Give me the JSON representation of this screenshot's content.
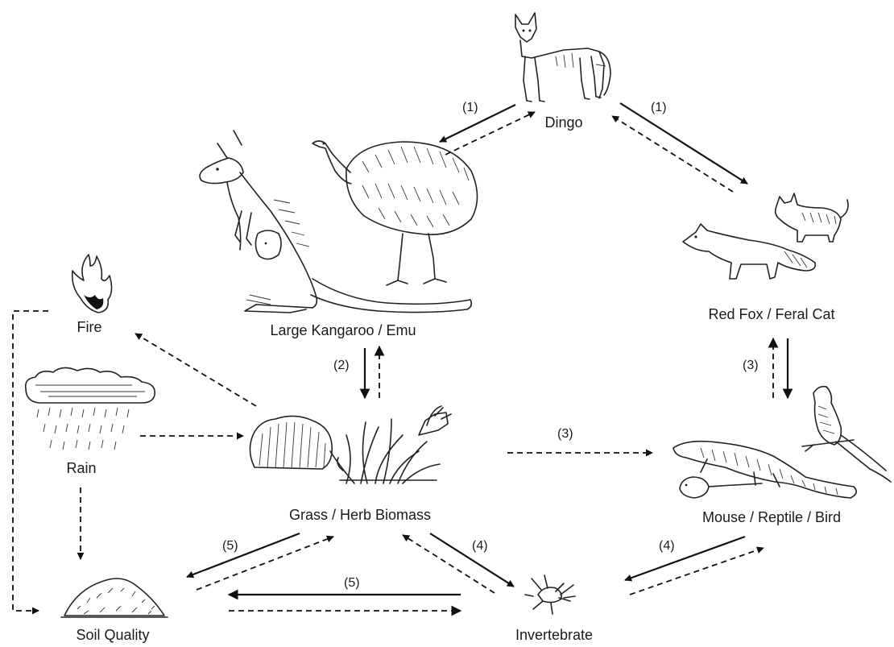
{
  "nodes": {
    "dingo": "Dingo",
    "kangaroo_emu": "Large Kangaroo / Emu",
    "fox_cat": "Red Fox / Feral Cat",
    "fire": "Fire",
    "rain": "Rain",
    "grass": "Grass / Herb Biomass",
    "mouse_reptile_bird": "Mouse / Reptile / Bird",
    "soil": "Soil Quality",
    "invertebrate": "Invertebrate"
  },
  "edge_labels": {
    "dingo_kangaroo": "(1)",
    "dingo_fox": "(1)",
    "kangaroo_grass": "(2)",
    "fox_mouse": "(3)",
    "grass_mouse": "(3)",
    "mouse_invertebrate": "(4)",
    "grass_invertebrate": "(4)",
    "grass_soil": "(5)",
    "soil_invertebrate": "(5)"
  },
  "icons": {
    "dingo": "dingo-illustration",
    "kangaroo_emu": "kangaroo-emu-illustration",
    "fox_cat": "fox-cat-illustration",
    "fire": "flame-icon",
    "rain": "rain-cloud-icon",
    "grass": "grass-shrub-illustration",
    "mouse_reptile_bird": "mouse-lizard-bird-illustration",
    "soil": "soil-mound-icon",
    "invertebrate": "insect-icon"
  }
}
